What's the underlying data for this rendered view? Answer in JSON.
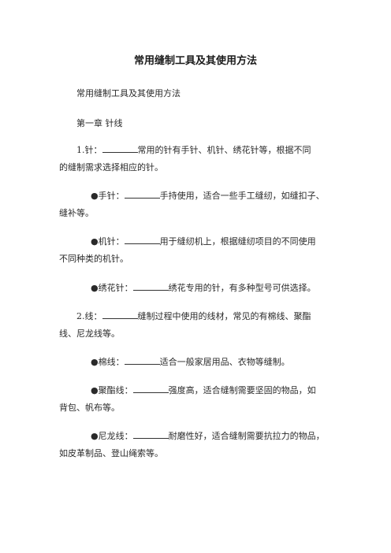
{
  "document": {
    "title": "常用缝制工具及其使用方法",
    "subtitle": "常用缝制工具及其使用方法",
    "chapter": "第一章 针线",
    "items": {
      "needle_prefix": "1.针：",
      "needle_l1": "常用的针有手针、机针、绣花针等，根据不同",
      "needle_l2": "的缝制需求选择相应的针。",
      "hand_needle_prefix": "●手针：",
      "hand_needle_l1": "手持使用，适合一些手工缝纫，如缝扣子、",
      "hand_needle_l2": "缝补等。",
      "machine_needle_prefix": "●机针：",
      "machine_needle_l1": "用于缝纫机上，根据缝纫项目的不同使用",
      "machine_needle_l2": "不同种类的机针。",
      "embroidery_needle_prefix": "●绣花针：",
      "embroidery_needle_l1": "绣花专用的针，有多种型号可供选择。",
      "thread_prefix": "2.线：",
      "thread_l1": "缝制过程中使用的线材，常见的有棉线、聚酯",
      "thread_l2": "线、尼龙线等。",
      "cotton_prefix": "●棉线：",
      "cotton_l1": "适合一般家居用品、衣物等缝制。",
      "polyester_prefix": "●聚酯线：",
      "polyester_l1": "强度高，适合缝制需要坚固的物品，如",
      "polyester_l2": "背包、帆布等。",
      "nylon_prefix": "●尼龙线：",
      "nylon_l1": "耐磨性好，适合缝制需要抗拉力的物品，",
      "nylon_l2": "如皮革制品、登山绳索等。"
    }
  }
}
